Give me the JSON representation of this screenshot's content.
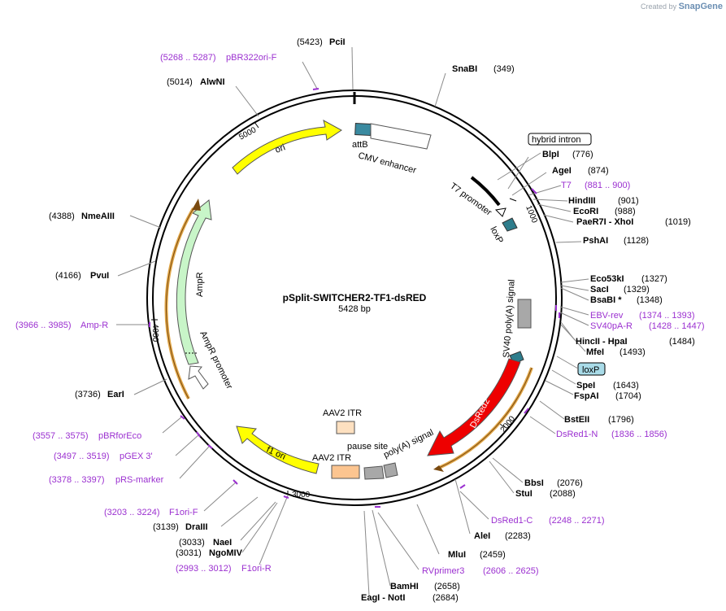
{
  "header": {
    "credit_prefix": "Created by",
    "credit_brand": "SnapGene"
  },
  "plasmid": {
    "name": "pSplit-SWITCHER2-TF1-dsRED",
    "length": "5428 bp"
  },
  "colors": {
    "site": "#000000",
    "primer": "#9b30d0",
    "leader": "#8a8a8a"
  },
  "ticks": {
    "t1000": "1000",
    "t2000": "2000",
    "t3000": "3000",
    "t4000": "4000",
    "t5000": "5000"
  },
  "sites": [
    {
      "pos": "(5423)",
      "name": "PciI"
    },
    {
      "pos": "(349)",
      "name": "SnaBI"
    },
    {
      "pos": "(776)",
      "name": "BlpI"
    },
    {
      "pos": "(874)",
      "name": "AgeI"
    },
    {
      "pos": "(901)",
      "name": "HindIII"
    },
    {
      "pos": "(988)",
      "name": "EcoRI"
    },
    {
      "pos": "(1019)",
      "name": "PaeR7I - XhoI"
    },
    {
      "pos": "(1128)",
      "name": "PshAI"
    },
    {
      "pos": "(1327)",
      "name": "Eco53kI"
    },
    {
      "pos": "(1329)",
      "name": "SacI"
    },
    {
      "pos": "(1348)",
      "name": "BsaBI *"
    },
    {
      "pos": "(1484)",
      "name": "HincII - HpaI"
    },
    {
      "pos": "(1493)",
      "name": "MfeI"
    },
    {
      "pos": "(1643)",
      "name": "SpeI"
    },
    {
      "pos": "(1704)",
      "name": "FspAI"
    },
    {
      "pos": "(1796)",
      "name": "BstEII"
    },
    {
      "pos": "(2076)",
      "name": "BbsI"
    },
    {
      "pos": "(2088)",
      "name": "StuI"
    },
    {
      "pos": "(2283)",
      "name": "AleI"
    },
    {
      "pos": "(2459)",
      "name": "MluI"
    },
    {
      "pos": "(2658)",
      "name": "BamHI"
    },
    {
      "pos": "(2684)",
      "name": "EagI - NotI"
    },
    {
      "pos": "(3031)",
      "name": "NgoMIV"
    },
    {
      "pos": "(3033)",
      "name": "NaeI"
    },
    {
      "pos": "(3139)",
      "name": "DraIII"
    },
    {
      "pos": "(3736)",
      "name": "EarI"
    },
    {
      "pos": "(4166)",
      "name": "PvuI"
    },
    {
      "pos": "(4388)",
      "name": "NmeAIII"
    },
    {
      "pos": "(5014)",
      "name": "AlwNI"
    }
  ],
  "primers": [
    {
      "pos": "(5268 .. 5287)",
      "name": "pBR322ori-F"
    },
    {
      "pos": "(881 .. 900)",
      "name": "T7"
    },
    {
      "pos": "(1374 .. 1393)",
      "name": "EBV-rev"
    },
    {
      "pos": "(1428 .. 1447)",
      "name": "SV40pA-R"
    },
    {
      "pos": "(1836 .. 1856)",
      "name": "DsRed1-N"
    },
    {
      "pos": "(2248 .. 2271)",
      "name": "DsRed1-C"
    },
    {
      "pos": "(2606 .. 2625)",
      "name": "RVprimer3"
    },
    {
      "pos": "(2993 .. 3012)",
      "name": "F1ori-R"
    },
    {
      "pos": "(3203 .. 3224)",
      "name": "F1ori-F"
    },
    {
      "pos": "(3378 .. 3397)",
      "name": "pRS-marker"
    },
    {
      "pos": "(3497 .. 3519)",
      "name": "pGEX 3'"
    },
    {
      "pos": "(3557 .. 3575)",
      "name": "pBRforEco"
    },
    {
      "pos": "(3966 .. 3985)",
      "name": "Amp-R"
    }
  ],
  "features": {
    "ori": "ori",
    "attb": "attB",
    "cmv": "CMV enhancer",
    "hybrid_intron": "hybrid intron",
    "t7": "T7 promoter",
    "loxp1": "loxP",
    "sv40": "SV40 poly(A) signal",
    "loxp2": "loxP",
    "dsred": "DsRed2",
    "polya": "poly(A) signal",
    "pause": "pause site",
    "aav_top": "AAV2 ITR",
    "aav_bot": "AAV2 ITR",
    "f1ori": "f1 ori",
    "ampr": "AmpR",
    "ampr_prom": "AmpR promoter"
  }
}
